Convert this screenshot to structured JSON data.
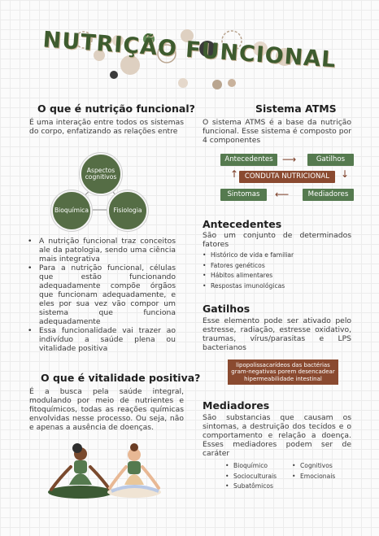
{
  "header": {
    "title": "NUTRIÇÃO FUNCIONAL"
  },
  "left": {
    "q1_title": "O que é nutrição funcional?",
    "q1_text": "É uma interação entre todos os sistemas do corpo, enfatizando as relações entre",
    "diagram": {
      "top": "Aspectos cognitivos",
      "left": "Bioquímica",
      "right": "Fisiologia"
    },
    "bullets": [
      "A nutrição funcional traz conceitos ale da patologia, sendo uma ciência mais integrativa",
      "Para a nutrição funcional, células que estão funcionando adequadamente compõe órgãos que funcionam adequadamente, e eles por sua vez vão compor um sistema que funciona adequadamente",
      "Essa funcionalidade vai trazer ao indivíduo a saúde plena ou vitalidade positiva"
    ],
    "q2_title": "O que é vitalidade positiva?",
    "q2_text": "É a busca pela saúde integral, modulando por meio de nutrientes e fitoquímicos, todas as reações químicas envolvidas nesse processo. Ou seja, não e apenas a ausência de doenças."
  },
  "right": {
    "atms_title": "Sistema ATMS",
    "atms_text": "O sistema ATMS é a base da nutrição funcional. Esse sistema é composto por 4 componentes",
    "flow": {
      "antecedentes": "Antecedentes",
      "gatilhos": "Gatilhos",
      "center": "CONDUTA NUTRICIONAL",
      "sintomas": "Sintomas",
      "mediadores": "Mediadores"
    },
    "antecedentes_title": "Antecedentes",
    "antecedentes_text": "São um conjunto de determinados fatores",
    "antecedentes_items": [
      "Histórico de vida e familiar",
      "Fatores genéticos",
      "Hábitos alimentares",
      "Respostas imunológicas"
    ],
    "gatilhos_title": "Gatilhos",
    "gatilhos_text": "Esse elemento pode ser ativado pelo estresse, radiação, estresse oxidativo, traumas, vírus/parasitas e LPS bacterianos",
    "gatilhos_note": "lipopolissacarídeos das bactérias gram-negativas porem desencadear hipermeabilidade intestinal",
    "mediadores_title": "Mediadores",
    "mediadores_text": "São substancias que causam os sintomas, a destruição dos tecidos e o comportamento e relação a doença. Esses mediadores podem ser de caráter",
    "mediadores_col1": [
      "Bioquímico",
      "Socioculturais",
      "Subatômicos"
    ],
    "mediadores_col2": [
      "Cognitivos",
      "Emocionais"
    ]
  },
  "colors": {
    "green": "#557a4f",
    "brown": "#8a4a30",
    "title": "#3e5c2f"
  }
}
